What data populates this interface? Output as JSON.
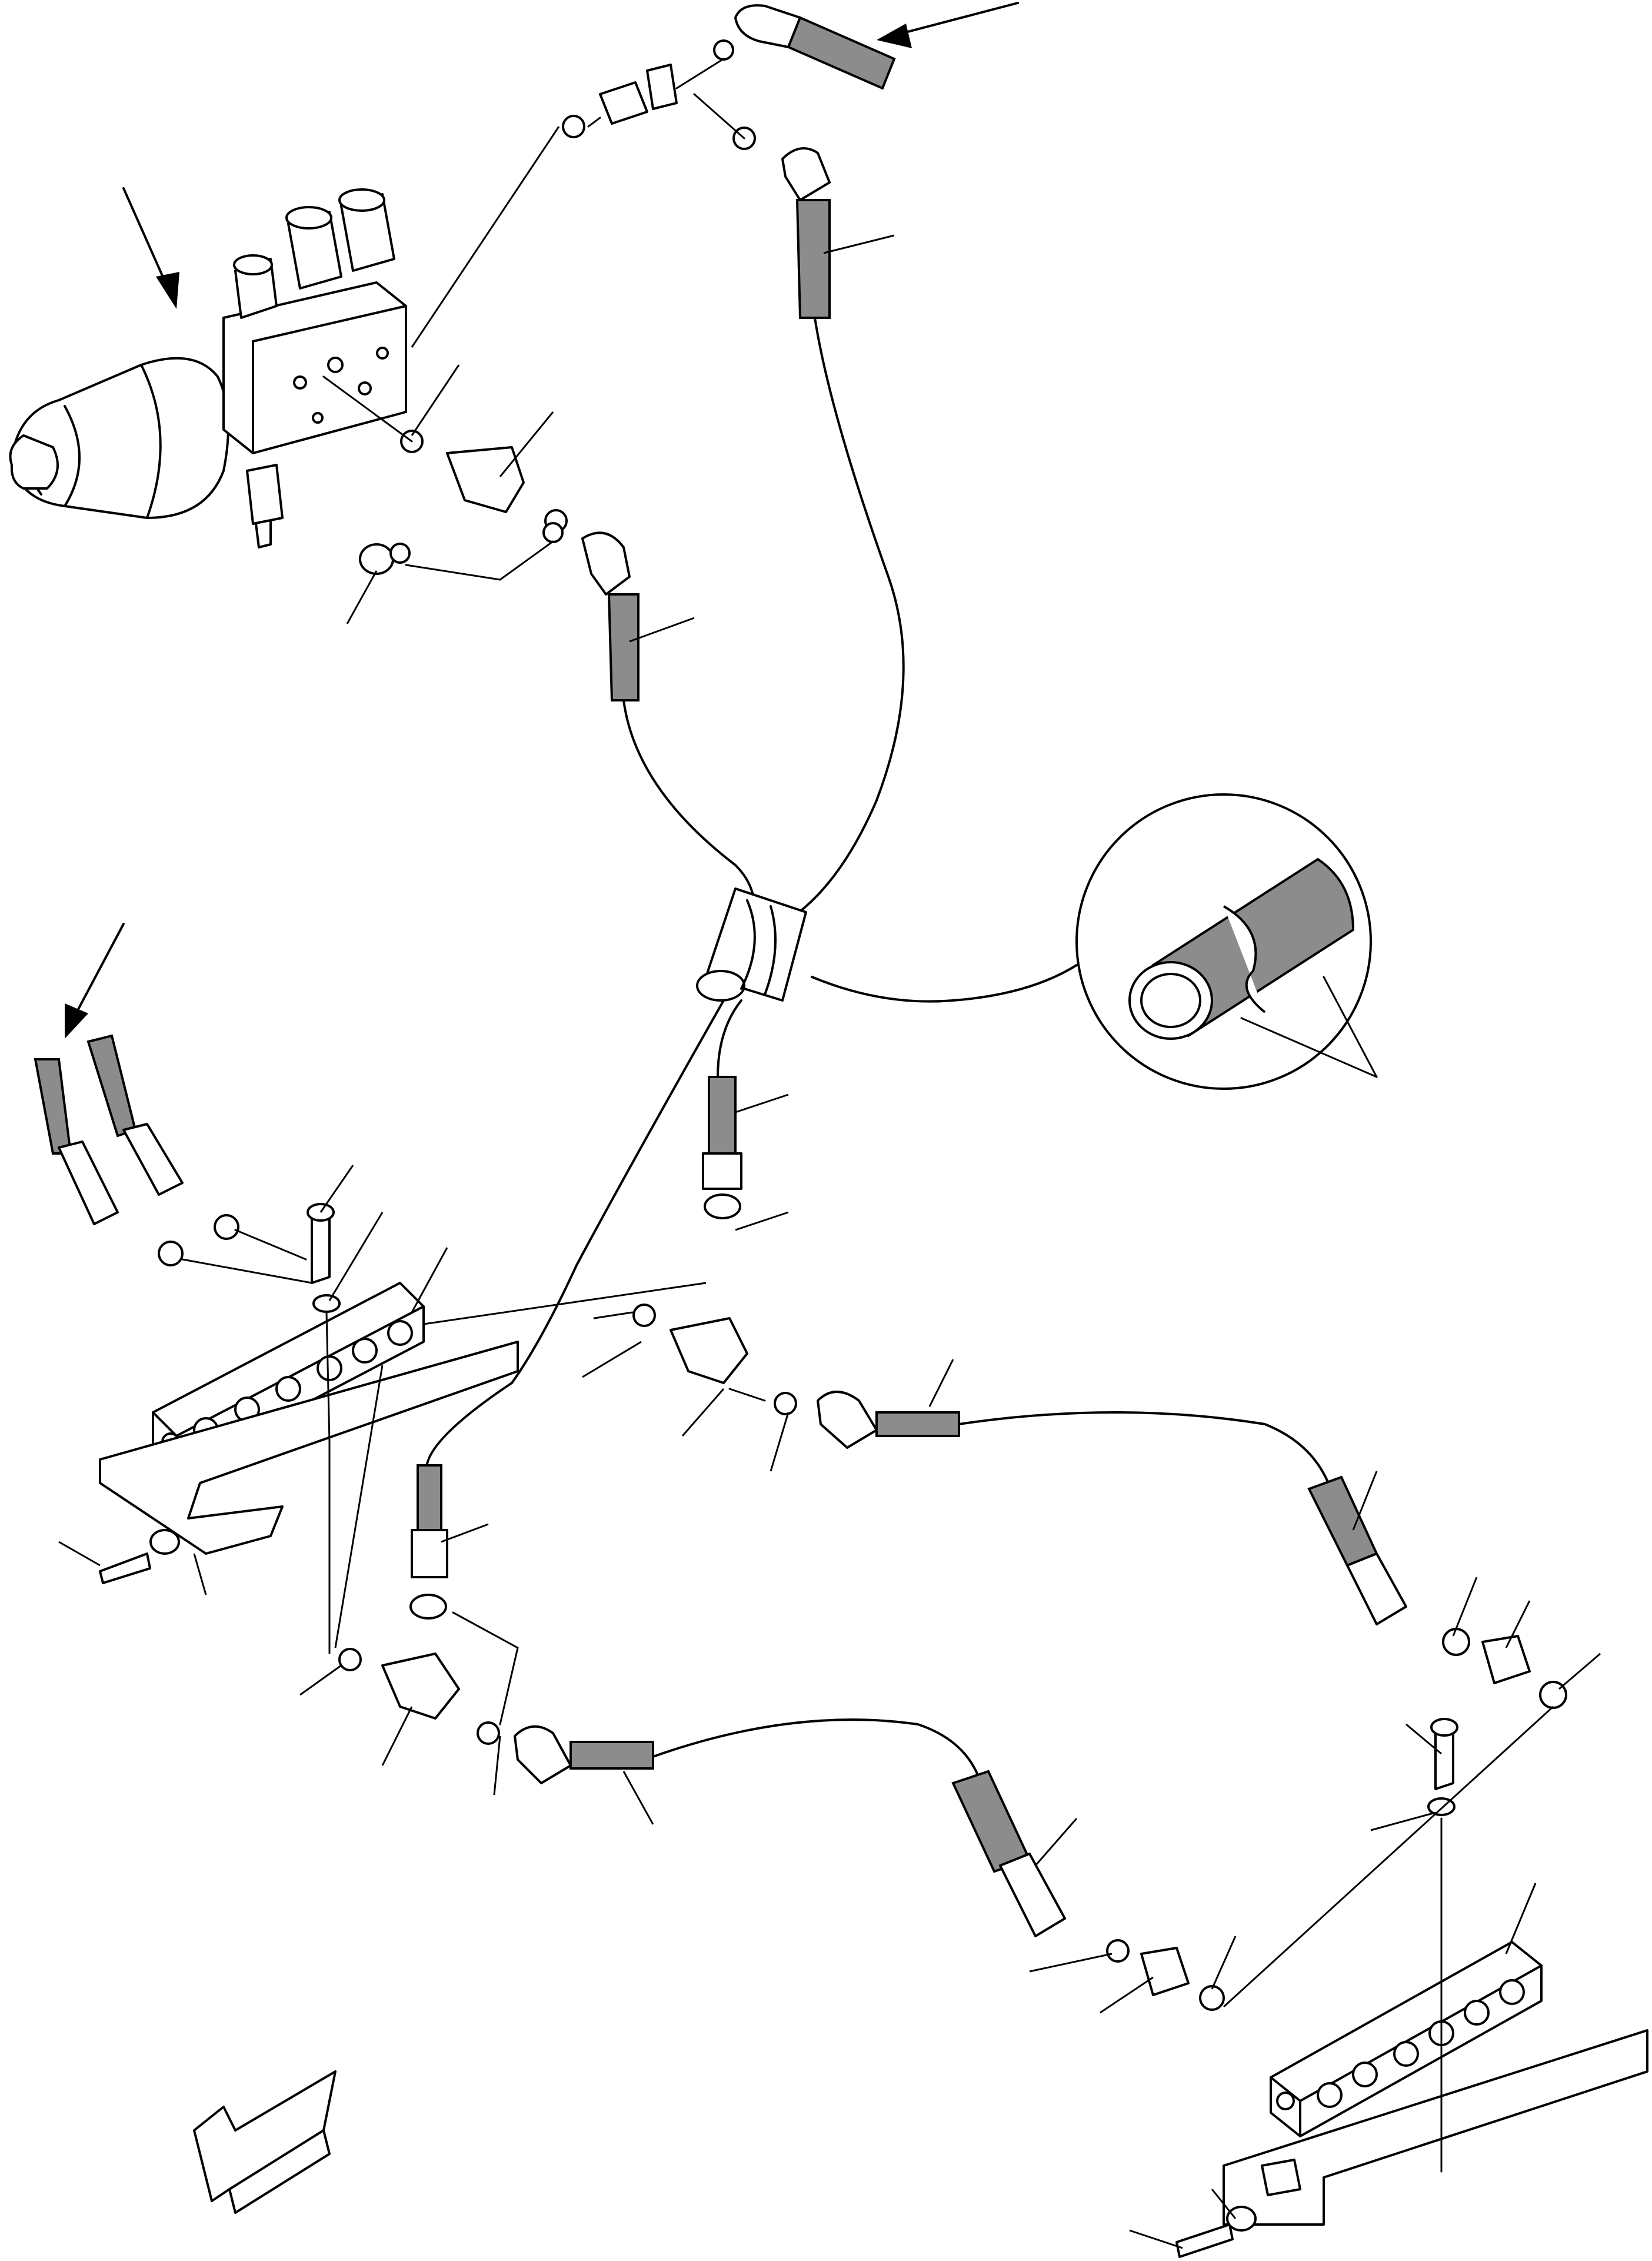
{
  "diagram": {
    "style": "exploded technical line drawing, no text labels",
    "colors": {
      "ink": "#000000",
      "paper": "#ffffff",
      "hose_fill": "#8c8c8c"
    },
    "components": [
      "motor-with-valve-block",
      "tee-fitting",
      "elbow-fitting",
      "hose",
      "o-ring",
      "cap",
      "protective-sleeve",
      "distribution-block",
      "mounting-bracket",
      "bolt",
      "washer",
      "straight-adapter",
      "direction-arrow"
    ]
  }
}
